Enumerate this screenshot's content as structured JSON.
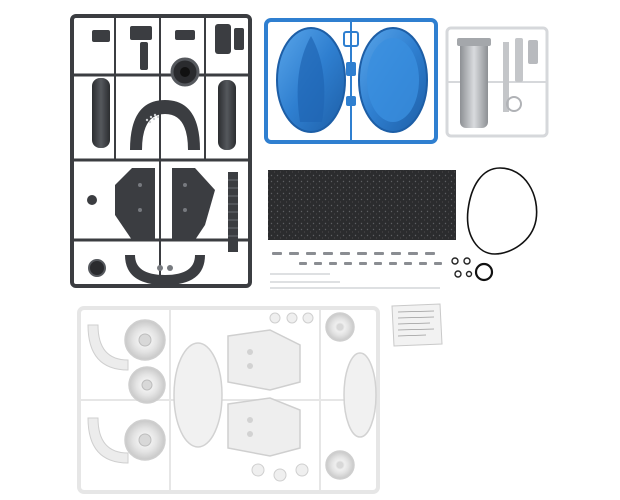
{
  "scene": {
    "kind": "product-photo",
    "background_color": "#ffffff",
    "items": [
      {
        "id": "dark-grey-sprue",
        "color": "#3b3d41"
      },
      {
        "id": "blue-sprue",
        "color": "#2f7fd0"
      },
      {
        "id": "light-grey-sprue",
        "color": "#d6d8db"
      },
      {
        "id": "foam-sheet",
        "color": "#2b2c2e"
      },
      {
        "id": "rubber-band",
        "color": "#111111"
      },
      {
        "id": "screws-and-o-rings",
        "color": "#8a8d92"
      },
      {
        "id": "white-sprue",
        "color": "#eeeeee"
      },
      {
        "id": "silica-gel-packet",
        "color": "#f2f2f2"
      }
    ],
    "packet_label_text": ""
  }
}
